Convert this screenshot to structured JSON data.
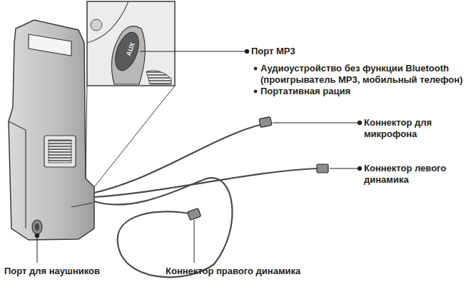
{
  "diagram": {
    "labels": [
      "AUX",
      "Порт MP3",
      "Аудиоустройство без функции Bluetooth (проигрыватель MP3, мобильный телефон)",
      "Портативная рация",
      "Коннектор для микрофона",
      "Коннектор левого динамика",
      "Порт для наушников",
      "Коннектор правого динамика"
    ]
  }
}
